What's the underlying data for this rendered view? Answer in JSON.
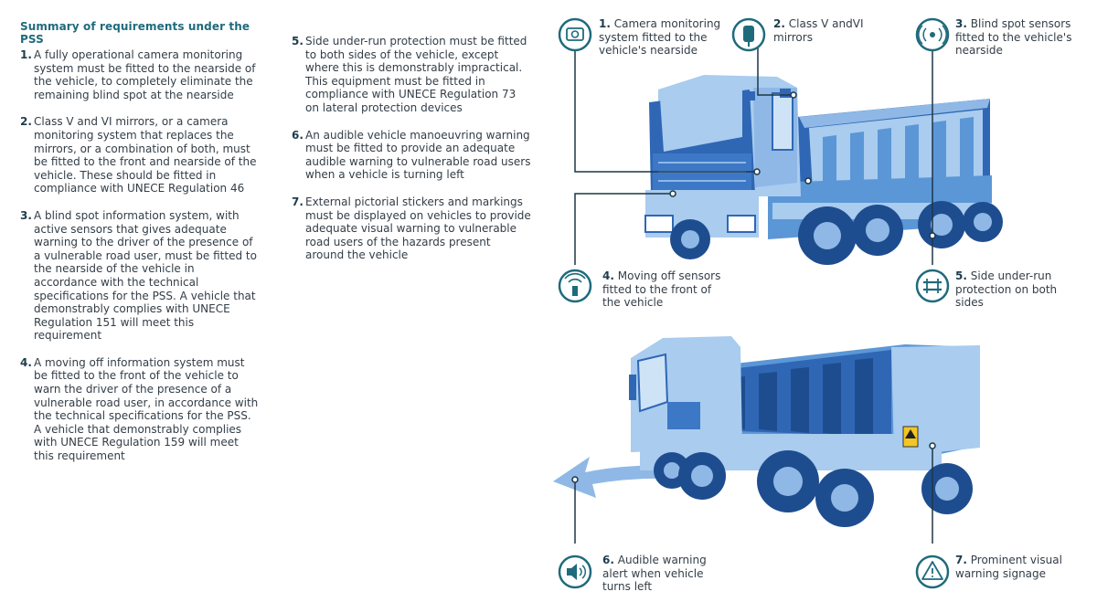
{
  "summary": {
    "title": "Summary of requirements under the PSS",
    "items": [
      {
        "num": "1.",
        "text": "A fully operational camera monitoring system must be fitted to the nearside of the vehicle, to completely eliminate the remaining blind spot at the nearside"
      },
      {
        "num": "2.",
        "text": "Class V and VI mirrors, or a camera monitoring system that replaces the mirrors, or a combination of both, must be fitted to the front and nearside of the vehicle. These should be fitted in compliance with UNECE Regulation 46"
      },
      {
        "num": "3.",
        "text": "A blind spot information system, with active sensors that gives adequate warning to the driver of the presence of a vulnerable road user, must be fitted to the nearside of the vehicle in accordance with the technical specifications for the PSS. A vehicle that demonstrably complies with UNECE Regulation 151 will meet this requirement"
      },
      {
        "num": "4.",
        "text": "A moving off information system must be fitted to the front of the vehicle to warn the driver of the presence of a vulnerable road user, in accordance with the technical specifications for the PSS. A vehicle that demonstrably complies with UNECE Regulation 159 will meet this requirement"
      },
      {
        "num": "5.",
        "text": "Side under-run protection must be fitted to both sides of the vehicle, except where this is demonstrably impractical. This equipment must be fitted in compliance with UNECE Regulation 73 on lateral protection devices"
      },
      {
        "num": "6.",
        "text": "An audible vehicle manoeuvring warning must be fitted to provide an adequate audible warning to vulnerable road users when a vehicle is turning left"
      },
      {
        "num": "7.",
        "text": "External pictorial stickers and markings must be displayed on vehicles to provide adequate visual warning to vulnerable road users of the hazards present around the vehicle"
      }
    ]
  },
  "callouts": [
    {
      "num": "1.",
      "text": "Camera monitoring system fitted to the vehicle's nearside",
      "icon": "camera-icon"
    },
    {
      "num": "2.",
      "text": "Class V andVI mirrors",
      "icon": "mirror-icon"
    },
    {
      "num": "3.",
      "text": "Blind spot sensors fitted to the vehicle's nearside",
      "icon": "sensor-icon"
    },
    {
      "num": "4.",
      "text": "Moving off sensors fitted to the front of the vehicle",
      "icon": "moving-off-sensor-icon"
    },
    {
      "num": "5.",
      "text": "Side under-run protection on both sides",
      "icon": "side-guard-icon"
    },
    {
      "num": "6.",
      "text": "Audible warning alert when vehicle turns left",
      "icon": "speaker-icon"
    },
    {
      "num": "7.",
      "text": "Prominent visual warning signage",
      "icon": "warning-icon"
    }
  ],
  "colors": {
    "accent": "#1f6b7c",
    "truck_dark": "#2f67b5",
    "truck_mid": "#5b97d6",
    "truck_light": "#a9ccef",
    "line": "#1d3646"
  }
}
